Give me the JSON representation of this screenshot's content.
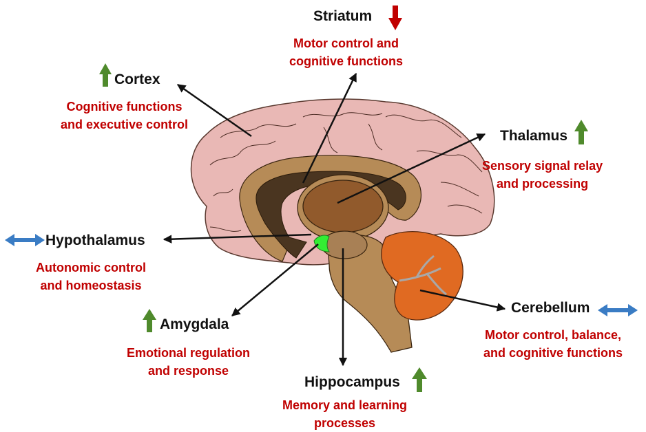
{
  "title": "Brain regions and functions",
  "colors": {
    "label": "#111111",
    "description": "#c00000",
    "increase": "#4f8a2c",
    "decrease": "#c00000",
    "no_change": "#3a7cc4",
    "cortex_fill": "#e9b8b5",
    "white_matter_fill": "#b68b57",
    "ventricle_fill": "#4a3520",
    "thalamus_fill": "#915a2c",
    "brainstem_fill": "#b68b57",
    "cerebellum_fill": "#e06a22",
    "amygdala_fill": "#33ee33"
  },
  "regions": [
    {
      "id": "striatum",
      "label": "Striatum",
      "trend": "decrease",
      "trend_icon": "arrow-down",
      "description": [
        "Motor control and",
        "cognitive functions"
      ]
    },
    {
      "id": "cortex",
      "label": "Cortex",
      "trend": "increase",
      "trend_icon": "arrow-up",
      "description": [
        "Cognitive functions",
        "and executive control"
      ]
    },
    {
      "id": "thalamus",
      "label": "Thalamus",
      "trend": "increase",
      "trend_icon": "arrow-up",
      "description": [
        "Sensory signal relay",
        "and processing"
      ]
    },
    {
      "id": "hypothalamus",
      "label": "Hypothalamus",
      "trend": "no_change",
      "trend_icon": "arrow-left-right",
      "description": [
        "Autonomic control",
        "and homeostasis"
      ]
    },
    {
      "id": "amygdala",
      "label": "Amygdala",
      "trend": "increase",
      "trend_icon": "arrow-up",
      "description": [
        "Emotional regulation",
        "and response"
      ]
    },
    {
      "id": "hippocampus",
      "label": "Hippocampus",
      "trend": "increase",
      "trend_icon": "arrow-up",
      "description": [
        "Memory and learning",
        "processes"
      ]
    },
    {
      "id": "cerebellum",
      "label": "Cerebellum",
      "trend": "no_change",
      "trend_icon": "arrow-left-right",
      "description": [
        "Motor control, balance,",
        "and cognitive functions"
      ]
    }
  ]
}
